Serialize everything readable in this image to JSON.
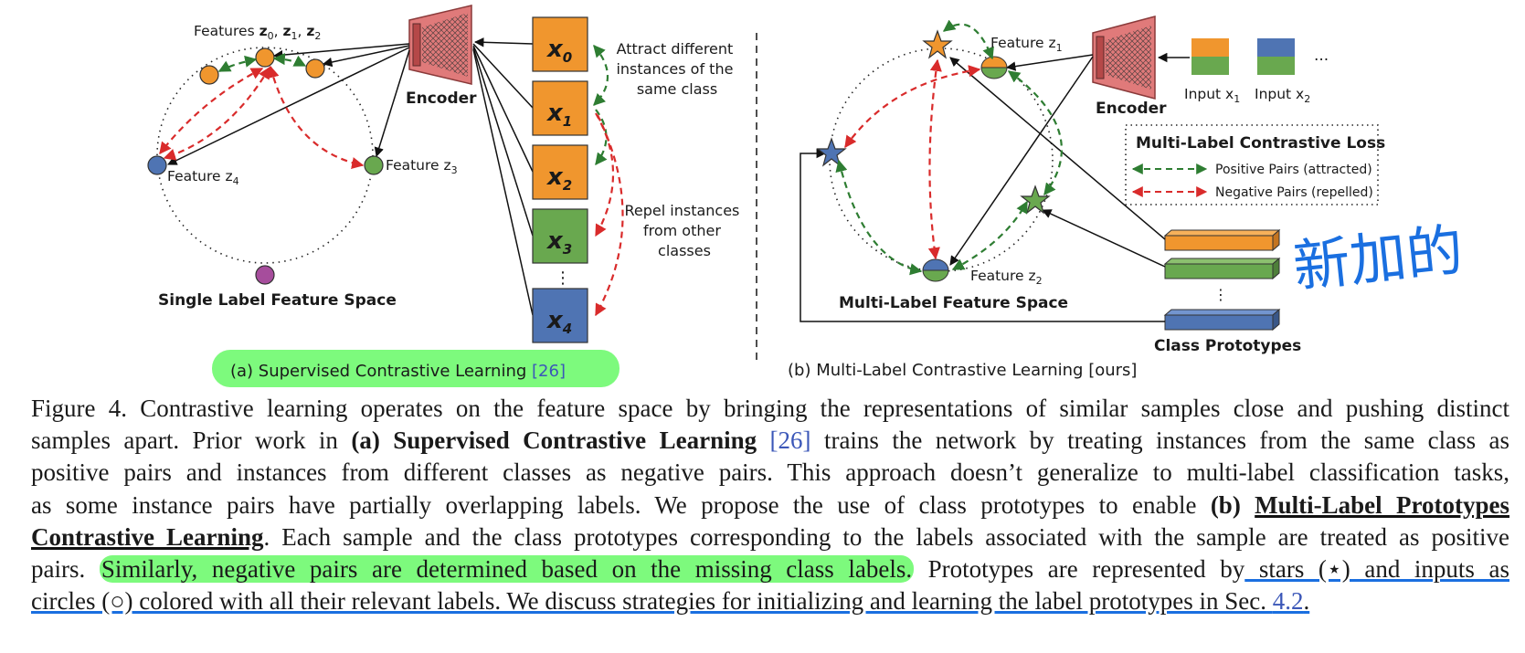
{
  "panel_a": {
    "features_label_prefix": "Features ",
    "features_vars": "z",
    "features_sub": [
      "0",
      "1",
      "2"
    ],
    "feature3_label": "Feature z",
    "feature3_sub": "3",
    "feature4_label": "Feature z",
    "feature4_sub": "4",
    "encoder_label": "Encoder",
    "inputs": [
      "x",
      "x",
      "x",
      "x",
      "x"
    ],
    "input_subs": [
      "0",
      "1",
      "2",
      "3",
      "4"
    ],
    "ellipsis": "⋮",
    "attract_text": [
      "Attract different",
      "instances of the",
      "same class"
    ],
    "repel_text": [
      "Repel instances",
      "from other",
      "classes"
    ],
    "space_label": "Single Label Feature Space",
    "caption_text": "(a) Supervised Contrastive Learning ",
    "caption_cite": "[26]"
  },
  "panel_b": {
    "feature1_label": "Feature z",
    "feature1_sub": "1",
    "feature2_label": "Feature z",
    "feature2_sub": "2",
    "encoder_label": "Encoder",
    "input1_label": "Input x",
    "input1_sub": "1",
    "input2_label": "Input x",
    "input2_sub": "2",
    "input_ellipsis": "...",
    "legend_title": "Multi-Label Contrastive Loss",
    "legend_positive": "Positive Pairs (attracted)",
    "legend_negative": "Negative Pairs (repelled)",
    "space_label": "Multi-Label Feature Space",
    "prototypes_label": "Class Prototypes",
    "prototypes_ellipsis": "⋮",
    "caption_text": "(b) Multi-Label Contrastive Learning [ours]",
    "handwriting": "新加的"
  },
  "caption": {
    "l1": "Figure 4. Contrastive learning operates on the feature space by bringing the representations of similar samples close and pushing distinct",
    "l2_a": "samples apart. Prior work in ",
    "l2_b": "(a) Supervised Contrastive Learning",
    "l2_c": " ",
    "l2_cite": "[26]",
    "l2_d": " trains the network by treating instances from the same class as",
    "l3": "positive pairs and instances from different classes as negative pairs. This approach doesn’t generalize to multi-label classification tasks,",
    "l4_a": "as some instance pairs have partially overlapping labels. We propose the use of class prototypes to enable ",
    "l4_b": "(b) ",
    "l4_c": "Multi-Label Prototypes",
    "l5_a": "Contrastive Learning",
    "l5_b": ". Each sample and the class prototypes corresponding to the labels associated with the sample are treated as positive",
    "l6_a": "pairs. ",
    "l6_b": "Similarly, negative pairs are determined based on the missing class labels.",
    "l6_c": " Prototypes are represented by",
    "l6_d": " stars (⋆) and inputs as",
    "l7_a": "circles (○) colored with all their relevant labels. We discuss strategies for initializing and learning the label prototypes in Sec. ",
    "l7_cite": "4.2",
    "l7_b": "."
  },
  "colors": {
    "orange": "#f0962e",
    "green": "#69a84f",
    "blue": "#4f74b3",
    "purple": "#a64d9c",
    "positive": "#2e7d32",
    "negative": "#d92b2b",
    "highlight": "#7dfa7d",
    "encoder": "#e07a7a"
  }
}
